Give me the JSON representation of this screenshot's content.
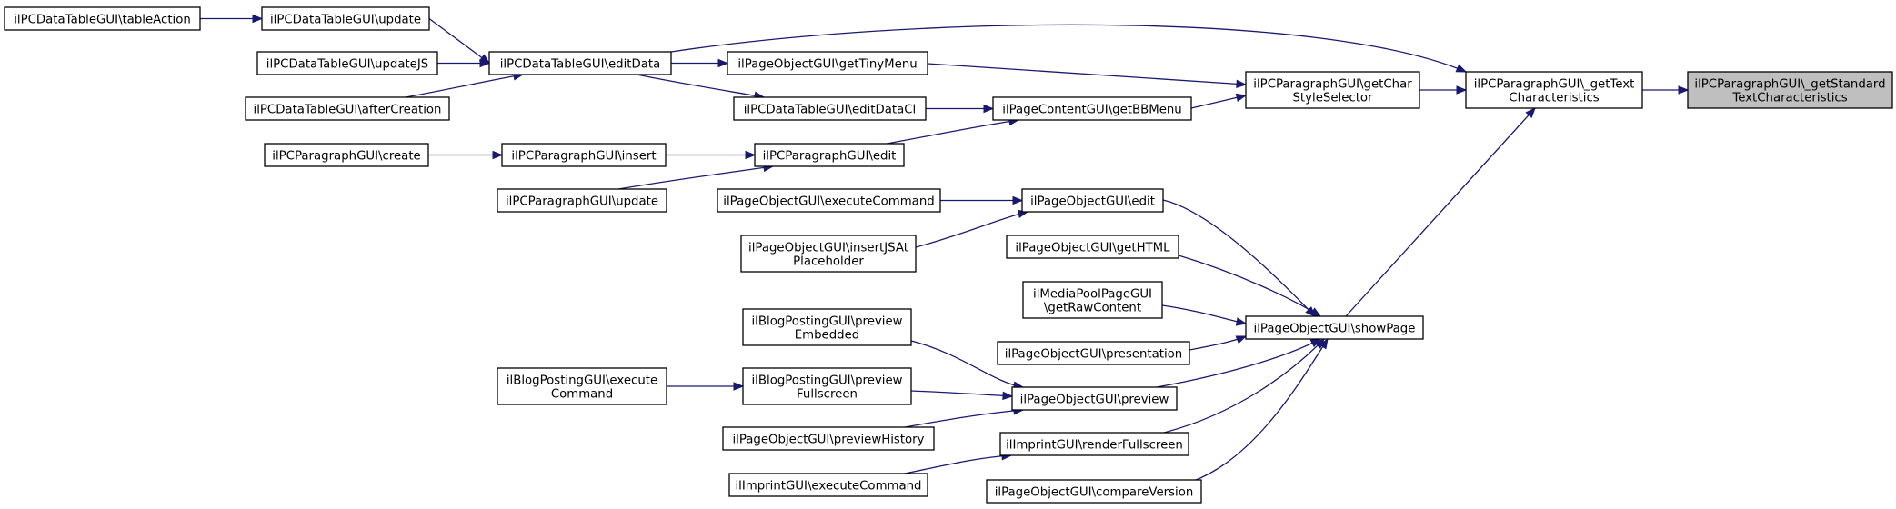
{
  "graph": {
    "nodes": [
      {
        "id": "target",
        "lines": [
          "ilPCParagraphGUI\\_getStandard",
          "TextCharacteristics"
        ],
        "highlighted": true
      },
      {
        "id": "getText",
        "lines": [
          "ilPCParagraphGUI\\_getText",
          "Characteristics"
        ]
      },
      {
        "id": "getCharStyle",
        "lines": [
          "ilPCParagraphGUI\\getChar",
          "StyleSelector"
        ]
      },
      {
        "id": "showPage",
        "lines": [
          "ilPageObjectGUI\\showPage"
        ]
      },
      {
        "id": "getTinyMenu",
        "lines": [
          "ilPageObjectGUI\\getTinyMenu"
        ]
      },
      {
        "id": "getBBMenu",
        "lines": [
          "ilPageContentGUI\\getBBMenu"
        ]
      },
      {
        "id": "editData",
        "lines": [
          "ilPCDataTableGUI\\editData"
        ]
      },
      {
        "id": "dtUpdate",
        "lines": [
          "ilPCDataTableGUI\\update"
        ]
      },
      {
        "id": "tableAction",
        "lines": [
          "ilPCDataTableGUI\\tableAction"
        ]
      },
      {
        "id": "updateJS",
        "lines": [
          "ilPCDataTableGUI\\updateJS"
        ]
      },
      {
        "id": "afterCreation",
        "lines": [
          "ilPCDataTableGUI\\afterCreation"
        ]
      },
      {
        "id": "editDataCl",
        "lines": [
          "ilPCDataTableGUI\\editDataCl"
        ]
      },
      {
        "id": "pEdit",
        "lines": [
          "ilPCParagraphGUI\\edit"
        ]
      },
      {
        "id": "pInsert",
        "lines": [
          "ilPCParagraphGUI\\insert"
        ]
      },
      {
        "id": "pCreate",
        "lines": [
          "ilPCParagraphGUI\\create"
        ]
      },
      {
        "id": "pUpdate",
        "lines": [
          "ilPCParagraphGUI\\update"
        ]
      },
      {
        "id": "poEdit",
        "lines": [
          "ilPageObjectGUI\\edit"
        ]
      },
      {
        "id": "poExec",
        "lines": [
          "ilPageObjectGUI\\executeCommand"
        ]
      },
      {
        "id": "poInsertJS",
        "lines": [
          "ilPageObjectGUI\\insertJSAt",
          "Placeholder"
        ]
      },
      {
        "id": "poGetHTML",
        "lines": [
          "ilPageObjectGUI\\getHTML"
        ]
      },
      {
        "id": "mediaPool",
        "lines": [
          "ilMediaPoolPageGUI",
          "\\getRawContent"
        ]
      },
      {
        "id": "poPresentation",
        "lines": [
          "ilPageObjectGUI\\presentation"
        ]
      },
      {
        "id": "poPreview",
        "lines": [
          "ilPageObjectGUI\\preview"
        ]
      },
      {
        "id": "bpEmbedded",
        "lines": [
          "ilBlogPostingGUI\\preview",
          "Embedded"
        ]
      },
      {
        "id": "bpFullscreen",
        "lines": [
          "ilBlogPostingGUI\\preview",
          "Fullscreen"
        ]
      },
      {
        "id": "bpExec",
        "lines": [
          "ilBlogPostingGUI\\execute",
          "Command"
        ]
      },
      {
        "id": "poPrevHistory",
        "lines": [
          "ilPageObjectGUI\\previewHistory"
        ]
      },
      {
        "id": "impRender",
        "lines": [
          "ilImprintGUI\\renderFullscreen"
        ]
      },
      {
        "id": "impExec",
        "lines": [
          "ilImprintGUI\\executeCommand"
        ]
      },
      {
        "id": "poCompare",
        "lines": [
          "ilPageObjectGUI\\compareVersion"
        ]
      }
    ],
    "edges": [
      {
        "from": "getText",
        "to": "target"
      },
      {
        "from": "getCharStyle",
        "to": "getText"
      },
      {
        "from": "showPage",
        "to": "getText"
      },
      {
        "from": "editData",
        "to": "getText"
      },
      {
        "from": "getTinyMenu",
        "to": "getCharStyle"
      },
      {
        "from": "getBBMenu",
        "to": "getCharStyle"
      },
      {
        "from": "editData",
        "to": "getTinyMenu"
      },
      {
        "from": "editDataCl",
        "to": "getBBMenu"
      },
      {
        "from": "pEdit",
        "to": "getBBMenu"
      },
      {
        "from": "dtUpdate",
        "to": "editData"
      },
      {
        "from": "updateJS",
        "to": "editData"
      },
      {
        "from": "afterCreation",
        "to": "editData"
      },
      {
        "from": "tableAction",
        "to": "dtUpdate"
      },
      {
        "from": "editData",
        "to": "editDataCl"
      },
      {
        "from": "pInsert",
        "to": "pEdit"
      },
      {
        "from": "pUpdate",
        "to": "pEdit"
      },
      {
        "from": "pCreate",
        "to": "pInsert"
      },
      {
        "from": "poEdit",
        "to": "showPage"
      },
      {
        "from": "poGetHTML",
        "to": "showPage"
      },
      {
        "from": "mediaPool",
        "to": "showPage"
      },
      {
        "from": "poPresentation",
        "to": "showPage"
      },
      {
        "from": "poPreview",
        "to": "showPage"
      },
      {
        "from": "impRender",
        "to": "showPage"
      },
      {
        "from": "poCompare",
        "to": "showPage"
      },
      {
        "from": "poExec",
        "to": "poEdit"
      },
      {
        "from": "poInsertJS",
        "to": "poEdit"
      },
      {
        "from": "bpEmbedded",
        "to": "poPreview"
      },
      {
        "from": "bpFullscreen",
        "to": "poPreview"
      },
      {
        "from": "poPrevHistory",
        "to": "poPreview"
      },
      {
        "from": "bpExec",
        "to": "bpFullscreen"
      },
      {
        "from": "impExec",
        "to": "impRender"
      }
    ]
  }
}
